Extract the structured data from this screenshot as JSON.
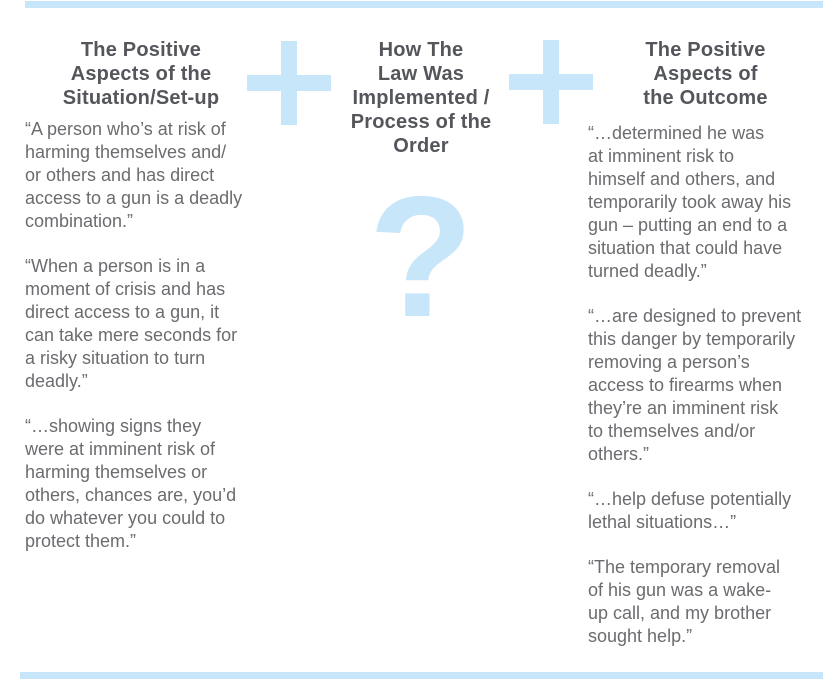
{
  "colors": {
    "accent_light_blue": "#c8e6fa",
    "heading_gray": "#54565b",
    "body_gray": "#6b6c6f",
    "background": "#ffffff"
  },
  "decorations": {
    "plus_symbol": "+",
    "question_symbol": "?"
  },
  "columns": [
    {
      "title": "The Positive\nAspects of the\nSituation/Set-up",
      "quotes": [
        "“A person who’s at risk of\nharming themselves and/\nor others and has direct\naccess to a gun is a deadly\ncombination.”",
        "“When a person is in a\nmoment of crisis and has\ndirect access to a gun, it\ncan take mere seconds for\na risky situation to turn\ndeadly.”",
        "“…showing signs they\nwere at imminent risk of\nharming themselves or\nothers, chances are, you’d\ndo whatever you could to\nprotect them.”"
      ]
    },
    {
      "title": "How The\nLaw Was\nImplemented /\nProcess of the\nOrder",
      "symbol": "?"
    },
    {
      "title": "The Positive\nAspects of\nthe Outcome",
      "quotes": [
        "“…determined he was\nat imminent risk to\nhimself and others, and\ntemporarily took away his\ngun – putting an end to a\nsituation that could have\nturned deadly.”",
        "“…are designed to prevent\nthis danger by temporarily\nremoving a person’s\naccess to firearms when\nthey’re an imminent risk\nto themselves and/or\nothers.”",
        "“…help defuse potentially\nlethal situations…”",
        "“The temporary removal\nof his gun was a wake-\nup call, and my brother\nsought help.”"
      ]
    }
  ]
}
